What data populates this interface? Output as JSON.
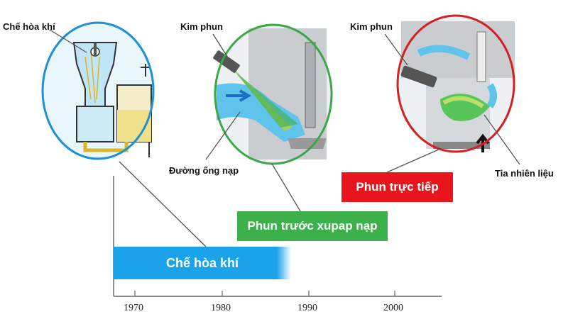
{
  "labels": {
    "carburetor_callout": "Chế hòa khí",
    "injector_port": "Kim phun",
    "intake_manifold": "Đường ống nạp",
    "injector_direct": "Kim phun",
    "fuel_spray": "Tia nhiên liệu"
  },
  "timeline": {
    "bars": [
      {
        "label": "Chế hòa khí",
        "color": "#1aa3e8",
        "start": 1967,
        "end": 1988
      },
      {
        "label": "Phun trước xupap nạp",
        "color": "#3cb04a",
        "start": 1981,
        "end": 1999
      },
      {
        "label": "Phun trực tiếp",
        "color": "#e8161c",
        "start": 1994,
        "end": 2007
      }
    ],
    "ticks": [
      "1970",
      "1980",
      "1990",
      "2000"
    ]
  },
  "colors": {
    "carb_ring": "#1e90d6",
    "port_ring": "#3aa845",
    "direct_ring": "#d62020"
  }
}
